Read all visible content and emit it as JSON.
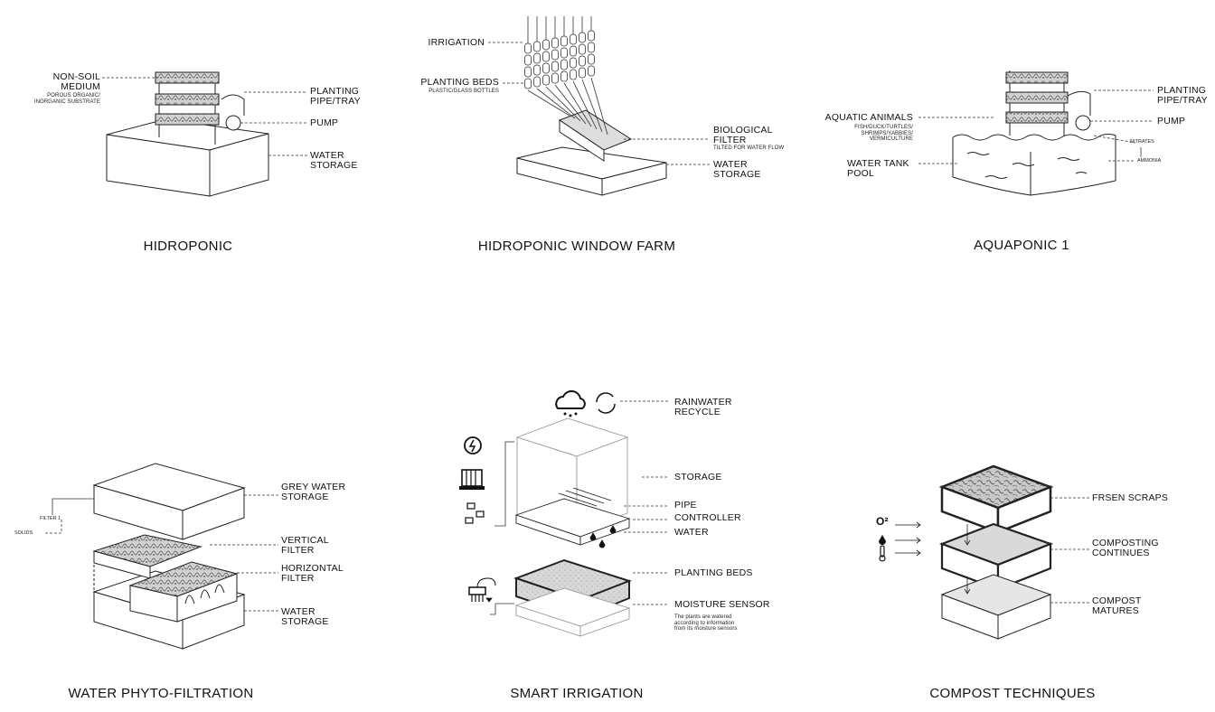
{
  "hidroponic": {
    "title": "HIDROPONIC",
    "medium": "NON-SOIL\nMEDIUM",
    "medium_sub": "POROUS ORGANIC/\nINORGANIC SUBSTRATE",
    "pipe": "PLANTING\nPIPE/TRAY",
    "pump": "PUMP",
    "storage": "WATER\nSTORAGE"
  },
  "window_farm": {
    "title": "HIDROPONIC WINDOW FARM",
    "irrigation": "IRRIGATION",
    "beds": "PLANTING BEDS",
    "beds_sub": "PLASTIC/GLASS BOTTLES",
    "filter": "BIOLOGICAL\nFILTER",
    "filter_sub": "TILTED FOR WATER FLOW",
    "storage": "WATER\nSTORAGE"
  },
  "aquaponic": {
    "title": "AQUAPONIC 1",
    "animals": "AQUATIC ANIMALS",
    "animals_sub": "FISH/DUCK/TURTLES/\nSHRIMPS/YABBIES/\nVERMICULTURE",
    "tank": "WATER TANK\nPOOL",
    "pipe": "PLANTING\nPIPE/TRAY",
    "pump": "PUMP",
    "nitrates": "NITRATES",
    "ammonia": "AMMONIA"
  },
  "phyto": {
    "title": "WATER PHYTO-FILTRATION",
    "grey": "GREY WATER\nSTORAGE",
    "filter1": "FILTER 1",
    "solids": "SOLIDS",
    "vertical": "VERTICAL\nFILTER",
    "horizontal": "HORIZONTAL\nFILTER",
    "storage": "WATER\nSTORAGE"
  },
  "smart": {
    "title": "SMART IRRIGATION",
    "rain": "RAINWATER\nRECYCLE",
    "storage": "STORAGE",
    "pipe": "PIPE",
    "controller": "CONTROLLER",
    "water": "WATER",
    "beds": "PLANTING BEDS",
    "sensor": "MOISTURE SENSOR",
    "sensor_note": "The plants are watered\naccording to information\nfrom its moisture sensors"
  },
  "compost": {
    "title": "COMPOST TECHNIQUES",
    "scraps": "FRSEN SCRAPS",
    "continues": "COMPOSTING\nCONTINUES",
    "matures": "COMPOST\nMATURES",
    "o2": "O²"
  }
}
